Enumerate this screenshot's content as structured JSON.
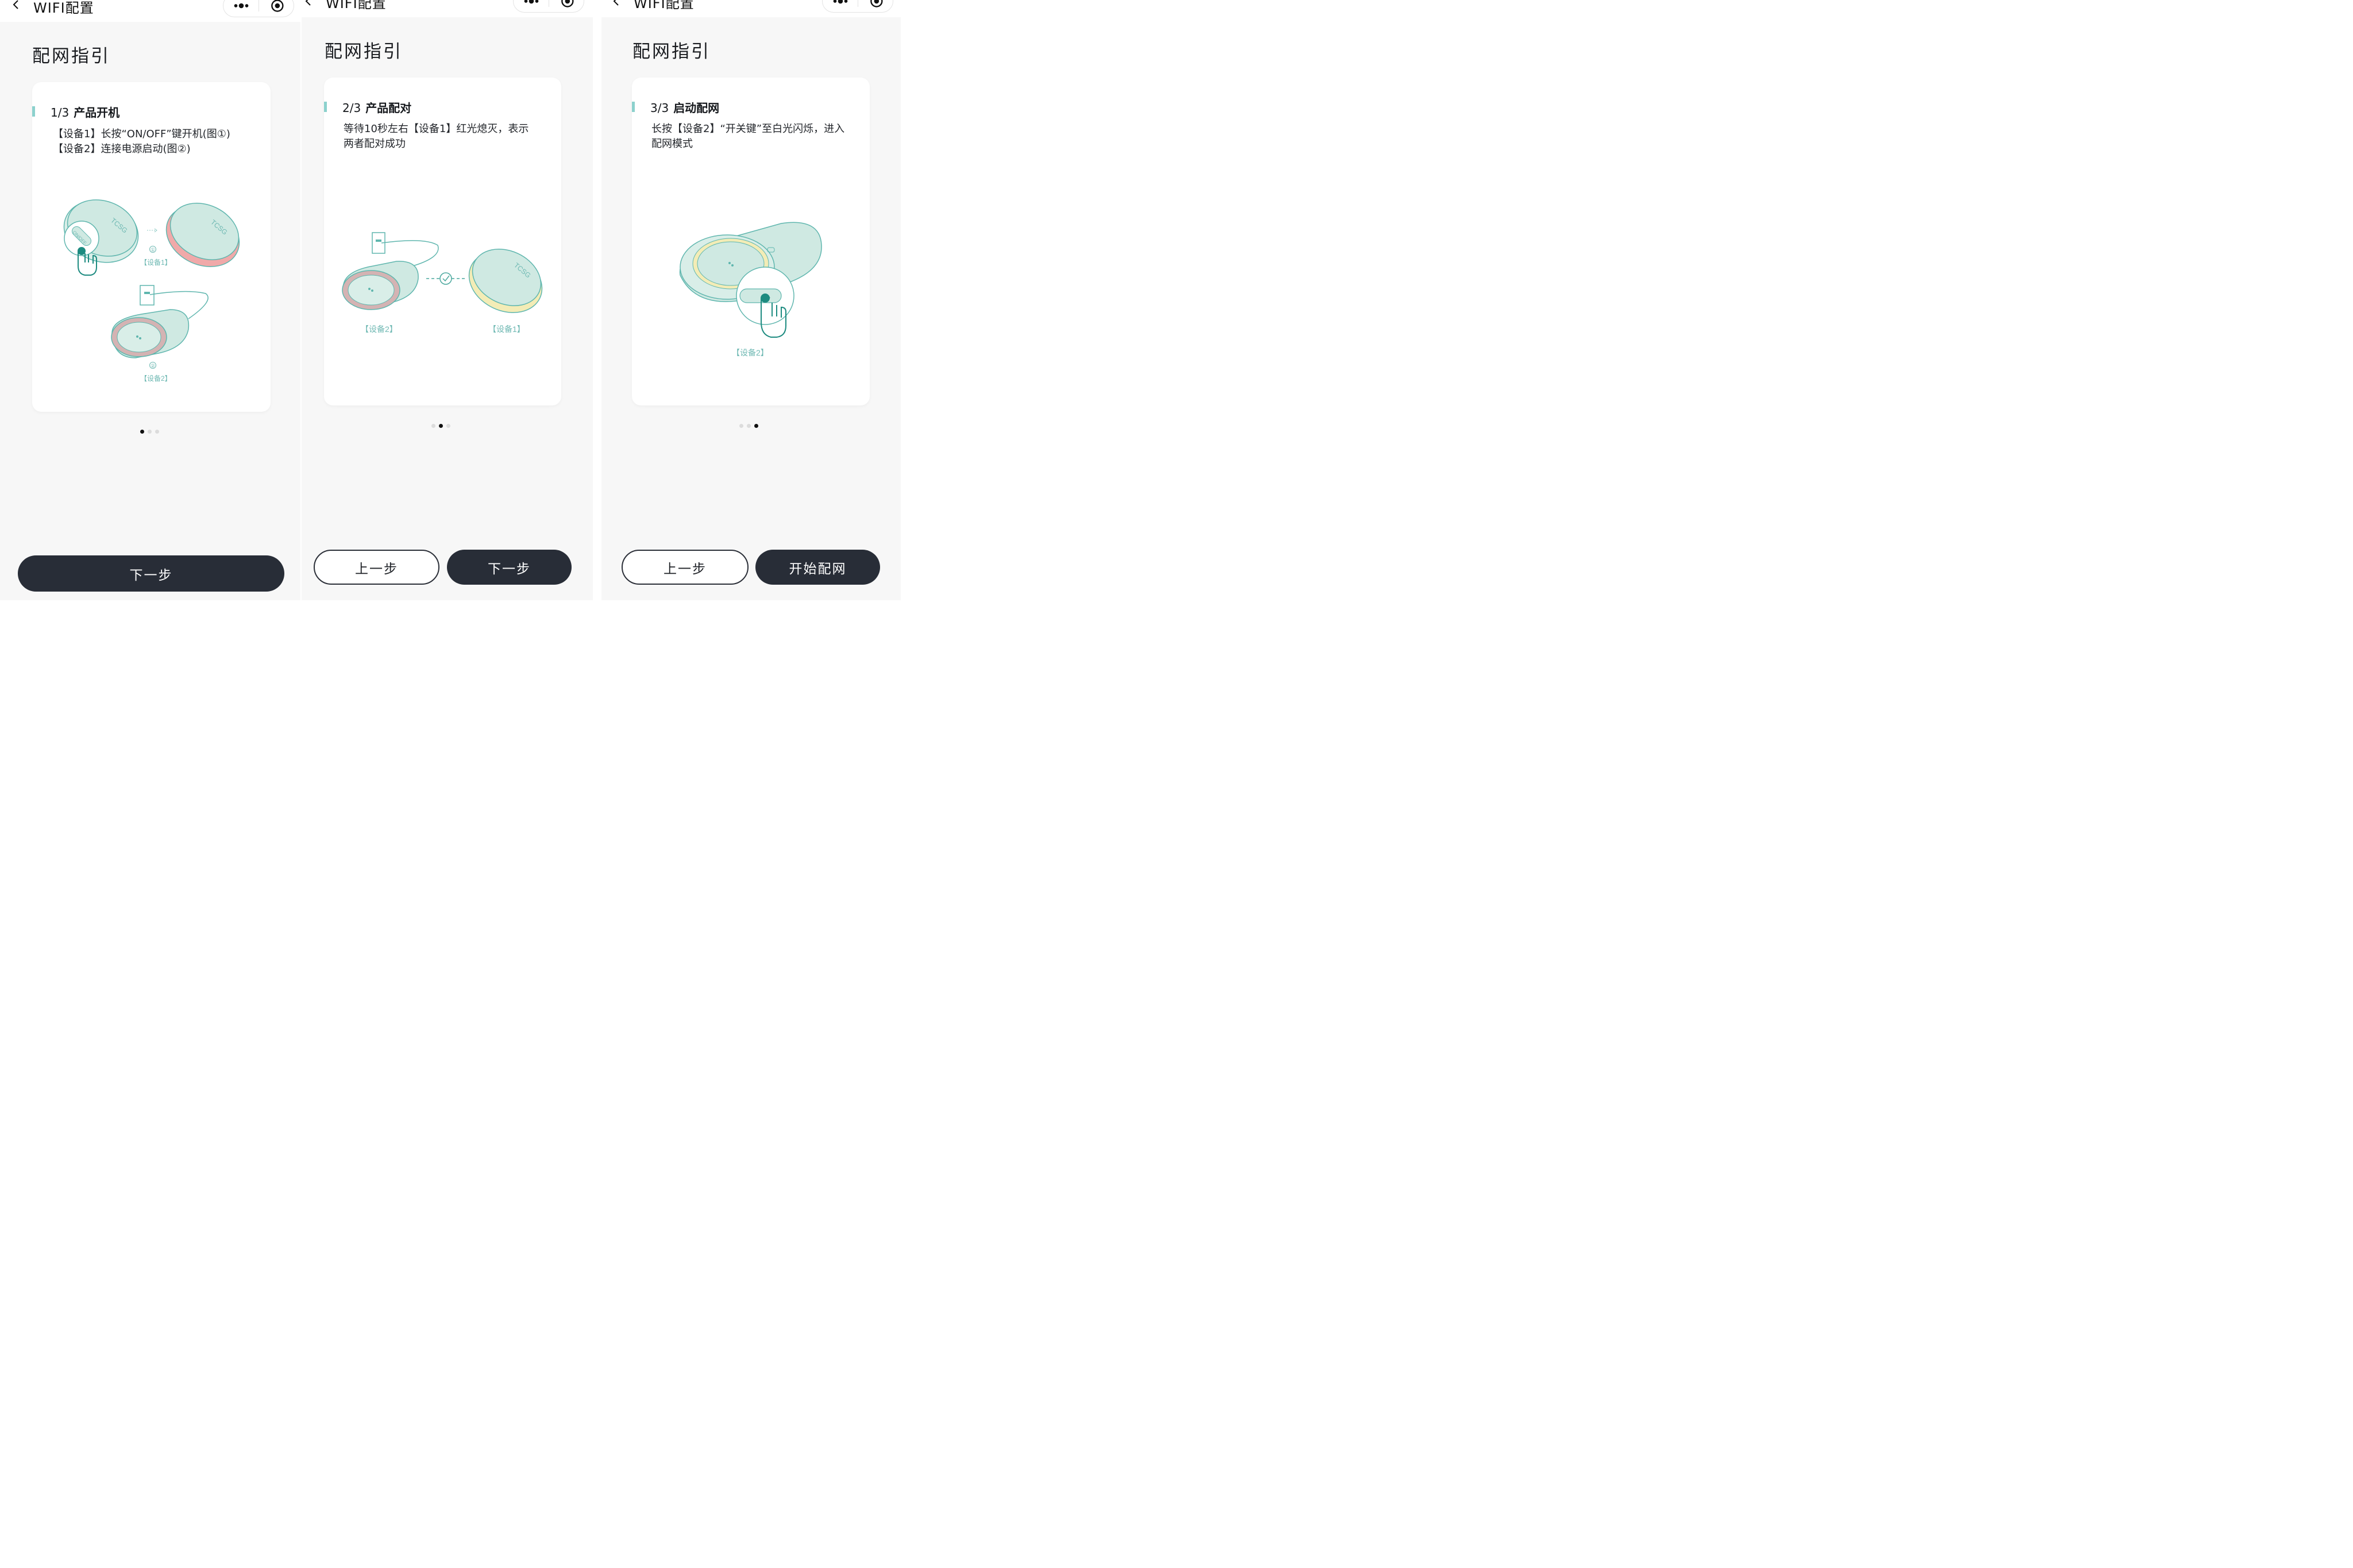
{
  "nav": {
    "title": "WIFI配置"
  },
  "heading": "配网指引",
  "screens": [
    {
      "step_number": "1/3",
      "step_title": "产品开机",
      "desc_lines": [
        "【设备1】长按“ON/OFF”键开机(图①)",
        "【设备2】连接电源启动(图②)"
      ],
      "illus": {
        "circle1": "①",
        "label1": "【设备1】",
        "circle2": "②",
        "label2": "【设备2】",
        "brand": "TCSG",
        "onoff": "ON/OFF"
      },
      "pager": {
        "count": 3,
        "active": 0
      },
      "buttons": {
        "next": "下一步"
      }
    },
    {
      "step_number": "2/3",
      "step_title": "产品配对",
      "desc_lines": [
        "等待10秒左右【设备1】红光熄灭，表示",
        "两者配对成功"
      ],
      "illus": {
        "label_left": "【设备2】",
        "label_right": "【设备1】",
        "brand": "TCSG"
      },
      "pager": {
        "count": 3,
        "active": 1
      },
      "buttons": {
        "prev": "上一步",
        "next": "下一步"
      }
    },
    {
      "step_number": "3/3",
      "step_title": "启动配网",
      "desc_lines": [
        "长按【设备2】“开关键”至白光闪烁，进入",
        "配网模式"
      ],
      "illus": {
        "label": "【设备2】"
      },
      "pager": {
        "count": 3,
        "active": 2
      },
      "buttons": {
        "prev": "上一步",
        "start": "开始配网"
      }
    }
  ],
  "colors": {
    "accent": "#8cd1cd",
    "device_fill": "#cfe9e2",
    "device_stroke": "#5fb6ae",
    "button_dark": "#282d37",
    "red_ring": "#e9a0a0",
    "yellow_ring": "#f3ecb6"
  },
  "icons": [
    "chevron-left-icon",
    "more-dots-icon",
    "target-icon",
    "check-circle-icon",
    "hand-press-icon",
    "power-outlet-icon"
  ]
}
